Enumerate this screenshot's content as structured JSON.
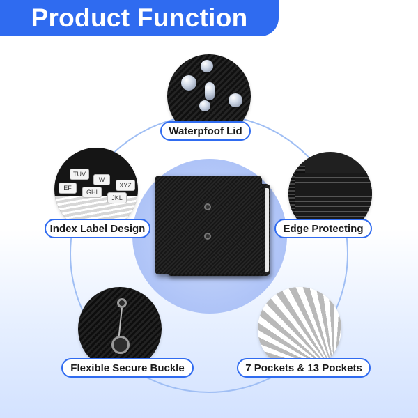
{
  "title": "Product Function",
  "features": {
    "top": {
      "label": "Waterpfoof Lid",
      "icon": "water-droplets-icon"
    },
    "left": {
      "label": "Index Label Design",
      "icon": "index-tabs-icon"
    },
    "right": {
      "label": "Edge Protecting",
      "icon": "edge-protector-icon"
    },
    "bottom_left": {
      "label": "Flexible Secure Buckle",
      "icon": "buckle-icon"
    },
    "bottom_right": {
      "label": "7 Pockets & 13 Pockets",
      "icon": "pockets-icon"
    }
  },
  "index_tabs": [
    "TUV",
    "W",
    "XYZ",
    "EF",
    "GHI",
    "JKL"
  ],
  "colors": {
    "accent": "#2f6bf0",
    "ring": "#9fbef4",
    "halo": "#aec3f7",
    "product": "#161616"
  }
}
